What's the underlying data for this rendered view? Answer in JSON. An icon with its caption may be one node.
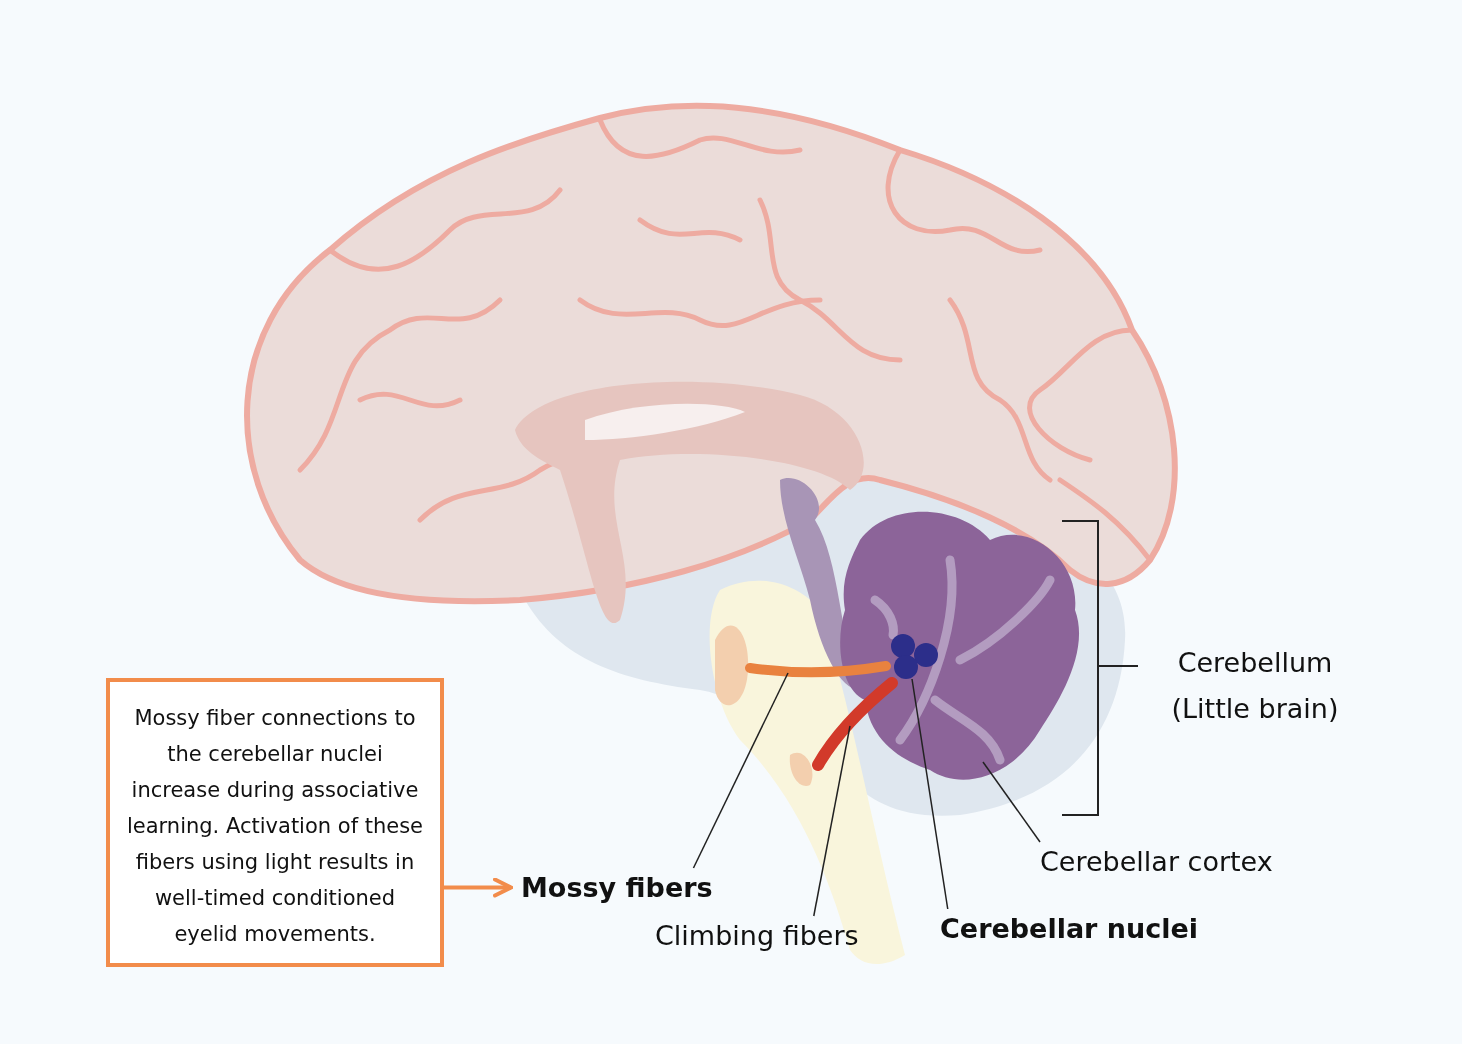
{
  "diagram": {
    "nodes": [
      {
        "text": [
          "Mossy fiber connections to the cerebellar nuclei increase during associative learning. Activation of these fibers using light results in well-timed conditioned eyelid movements."
        ]
      },
      {
        "text": [
          "Mossy fibers"
        ]
      },
      {
        "text": [
          "Climbing fibers"
        ]
      },
      {
        "text": [
          "Cerebellar nuclei"
        ]
      },
      {
        "text": [
          "Cerebellar cortex"
        ]
      },
      {
        "text": [],
        "shape": "picture"
      },
      {
        "text": [],
        "shape": "picture"
      },
      {
        "text": [],
        "shape": "picture"
      },
      {
        "text": [],
        "shape": "picture",
        "in": 7
      }
    ],
    "edges": [
      {
        "from": 0,
        "to": 1,
        "arrow": "to",
        "style": "thick",
        "color": "#f28c4b"
      },
      {
        "from": 1,
        "to": 5,
        "arrow": "none"
      },
      {
        "from": 2,
        "to": 6,
        "arrow": "none"
      },
      {
        "from": 3,
        "to": 8,
        "arrow": "none"
      },
      {
        "from": 4,
        "to": 7,
        "arrow": "none"
      }
    ],
    "labels": [
      "Cerebellum (Little brain)"
    ]
  }
}
